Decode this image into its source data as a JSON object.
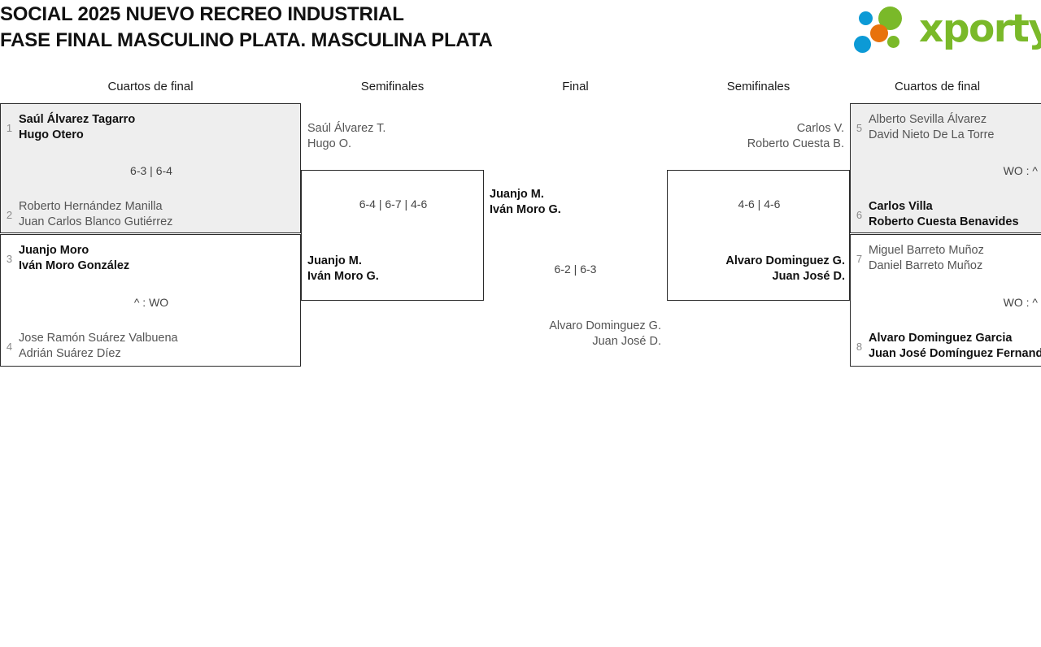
{
  "header": {
    "title_line1": "SOCIAL 2025 NUEVO RECREO INDUSTRIAL",
    "title_line2": "FASE FINAL MASCULINO PLATA. MASCULINA PLATA",
    "logo_text": "xporty",
    "logo_colors": {
      "green": "#7ab929",
      "blue": "#0c9ad6",
      "orange": "#e8720c"
    }
  },
  "rounds": [
    {
      "label": "Cuartos de final"
    },
    {
      "label": "Semifinales"
    },
    {
      "label": "Final"
    },
    {
      "label": "Semifinales"
    },
    {
      "label": "Cuartos de final"
    }
  ],
  "colors": {
    "shaded_row": "#eeeeee",
    "border": "#2b2b2b",
    "winner_text": "#111111",
    "loser_text": "#555555",
    "seed_text": "#8a8a8a"
  },
  "matches": {
    "left_qf1": {
      "score": "6-3 | 6-4",
      "top": {
        "seed": "1",
        "p1": "Saúl Álvarez Tagarro",
        "p2": "Hugo Otero",
        "result": "winner"
      },
      "bottom": {
        "seed": "2",
        "p1": "Roberto Hernández Manilla",
        "p2": "Juan Carlos Blanco Gutiérrez",
        "result": "loser"
      }
    },
    "left_qf2": {
      "score": "^ : WO",
      "top": {
        "seed": "3",
        "p1": "Juanjo Moro",
        "p2": "Iván Moro González",
        "result": "winner"
      },
      "bottom": {
        "seed": "4",
        "p1": "Jose Ramón Suárez Valbuena",
        "p2": "Adrián Suárez Díez",
        "result": "loser"
      }
    },
    "left_sf": {
      "score": "6-4 | 6-7 | 4-6",
      "top": {
        "p1": "Saúl Álvarez T.",
        "p2": "Hugo O.",
        "result": "loser"
      },
      "bottom": {
        "p1": "Juanjo M.",
        "p2": "Iván Moro G.",
        "result": "winner"
      }
    },
    "final": {
      "score": "6-2 | 6-3",
      "top": {
        "p1": "Juanjo M.",
        "p2": "Iván Moro G.",
        "result": "winner"
      },
      "bottom": {
        "p1": "Alvaro Dominguez G.",
        "p2": "Juan José D.",
        "result": "loser"
      }
    },
    "right_sf": {
      "score": "4-6 | 4-6",
      "top": {
        "p1": "Carlos V.",
        "p2": "Roberto Cuesta B.",
        "result": "loser"
      },
      "bottom": {
        "p1": "Alvaro Dominguez G.",
        "p2": "Juan José D.",
        "result": "winner"
      }
    },
    "right_qf1": {
      "score": "WO : ^",
      "top": {
        "seed": "5",
        "p1": "Alberto Sevilla Álvarez",
        "p2": "David Nieto De La Torre",
        "result": "loser"
      },
      "bottom": {
        "seed": "6",
        "p1": "Carlos Villa",
        "p2": "Roberto Cuesta Benavides",
        "result": "winner"
      }
    },
    "right_qf2": {
      "score": "WO : ^",
      "top": {
        "seed": "7",
        "p1": "Miguel Barreto Muñoz",
        "p2": "Daniel Barreto Muñoz",
        "result": "loser"
      },
      "bottom": {
        "seed": "8",
        "p1": "Alvaro Dominguez Garcia",
        "p2": "Juan José Domínguez Fernandez",
        "result": "winner"
      }
    }
  }
}
